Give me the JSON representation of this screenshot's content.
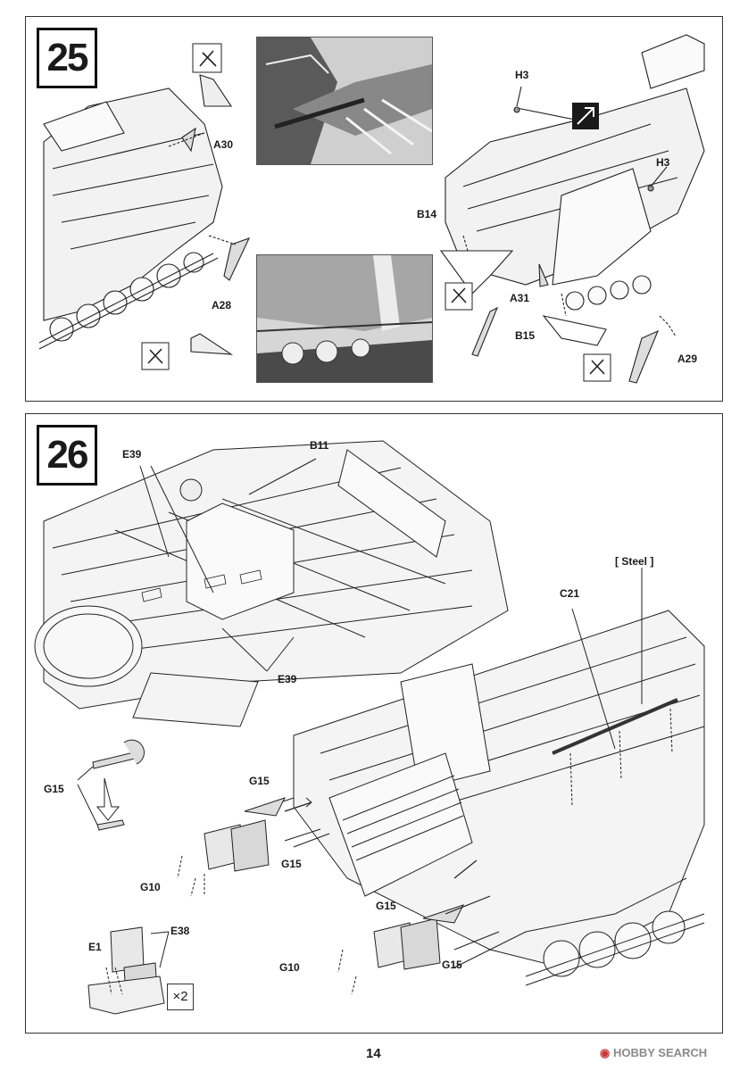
{
  "steps": [
    {
      "number": "25",
      "labels": {
        "a30": "A30",
        "a28": "A28",
        "h3_top": "H3",
        "h3_right": "H3",
        "b14": "B14",
        "a31": "A31",
        "b15": "B15",
        "a29": "A29"
      },
      "icons": [
        "cutter-icon",
        "cutter-icon",
        "cutter-icon",
        "cutter-icon",
        "alternate-parts-icon"
      ]
    },
    {
      "number": "26",
      "labels": {
        "e39_top": "E39",
        "b11": "B11",
        "e39_bottom": "E39",
        "steel": "[ Steel ]",
        "c21": "C21",
        "g15_rot": "G15",
        "g15_a": "G15",
        "g15_b": "G15",
        "g10_a": "G10",
        "g15_c": "G15",
        "g15_d": "G15",
        "g10_b": "G10",
        "e38": "E38",
        "e1": "E1",
        "quantity": "×2"
      }
    }
  ],
  "page_number": "14",
  "watermark": {
    "brand_mark": "HOBBY SEARCH",
    "text": "HOBBY SEARCH"
  }
}
